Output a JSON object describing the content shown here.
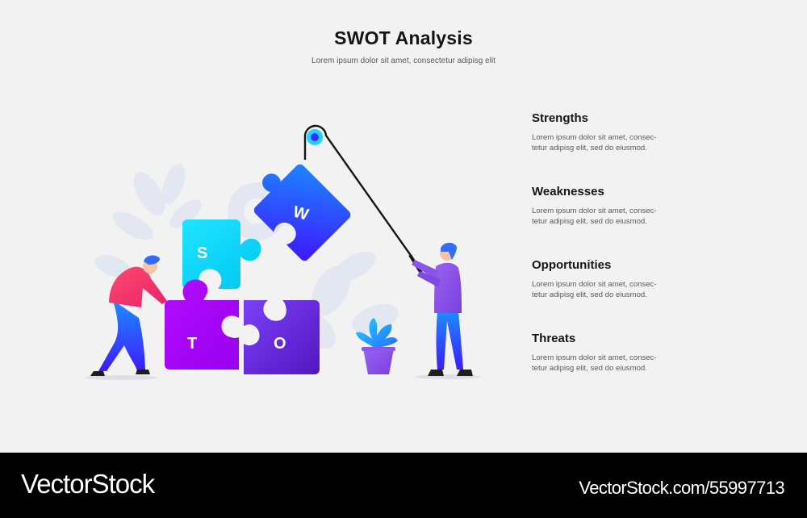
{
  "header": {
    "title": "SWOT Analysis",
    "subtitle": "Lorem ipsum dolor sit amet, consectetur adipisg elit"
  },
  "illustration": {
    "pieces": [
      {
        "letter": "S",
        "color_from": "#1fe3ff",
        "color_to": "#00c8f5"
      },
      {
        "letter": "W",
        "color_from": "#1a8cff",
        "color_to": "#3a1cff"
      },
      {
        "letter": "O",
        "color_from": "#7b3dfa",
        "color_to": "#5717c4"
      },
      {
        "letter": "T",
        "color_from": "#b20cff",
        "color_to": "#9b00f0"
      }
    ],
    "people": [
      "person-pushing",
      "person-pulling-rope"
    ],
    "decor": [
      "pulley",
      "rope",
      "potted-plant",
      "background-leaves",
      "background-gear"
    ]
  },
  "swot": [
    {
      "title": "Strengths",
      "desc_line1": "Lorem ipsum dolor sit amet, consec-",
      "desc_line2": "tetur adipisg elit, sed do eiusmod."
    },
    {
      "title": "Weaknesses",
      "desc_line1": "Lorem ipsum dolor sit amet, consec-",
      "desc_line2": "tetur adipisg elit, sed do eiusmod."
    },
    {
      "title": "Opportunities",
      "desc_line1": "Lorem ipsum dolor sit amet, consec-",
      "desc_line2": "tetur adipisg elit, sed do eiusmod."
    },
    {
      "title": "Threats",
      "desc_line1": "Lorem ipsum dolor sit amet, consec-",
      "desc_line2": "tetur adipisg elit, sed do eiusmod."
    }
  ],
  "footer": {
    "brand": "VectorStock",
    "ref": "VectorStock.com/55997713"
  },
  "colors": {
    "background": "#f2f2f2",
    "footer": "#000000",
    "title": "#141414",
    "body_text": "#5b5b5b"
  }
}
